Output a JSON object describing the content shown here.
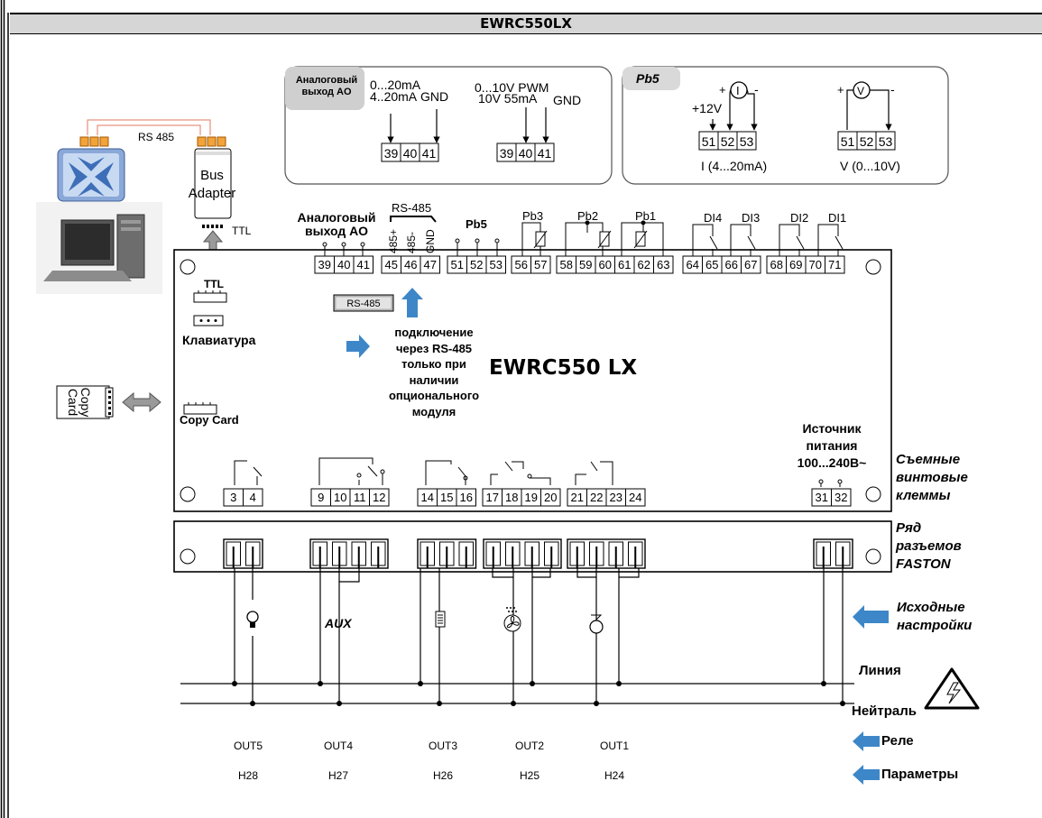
{
  "title": "EWRC550LX",
  "ao_box": {
    "tag": "Аналоговый выход AO",
    "current_label": "0...20mA\n4..20mA",
    "gnd1": "GND",
    "voltage_label": "0...10V PWM\n10V 55mA",
    "gnd2": "GND",
    "terminals_a": [
      "39",
      "40",
      "41"
    ],
    "terminals_b": [
      "39",
      "40",
      "41"
    ]
  },
  "pb5_box": {
    "tag": "Pb5",
    "supply": "+12V",
    "terminals_a": [
      "51",
      "52",
      "53"
    ],
    "terminals_b": [
      "51",
      "52",
      "53"
    ],
    "caption_a": "I (4...20mA)",
    "caption_b": "V (0...10V)",
    "plus": "+",
    "minus": "-",
    "meter_i": "I",
    "meter_v": "V"
  },
  "pc": {
    "rs485": "RS 485",
    "bus_adapter": "Bus\nAdapter",
    "ttl": "TTL"
  },
  "controller": {
    "name": "EWRC550 LX",
    "ao_header": "Аналоговый\nвыход АО",
    "rs485_header": "RS-485",
    "rs485_pins": [
      "485+",
      "485-",
      "GND"
    ],
    "pb5": "Pb5",
    "pb3": "Pb3",
    "pb2": "Pb2",
    "pb1": "Pb1",
    "di": [
      "DI4",
      "DI3",
      "DI2",
      "DI1"
    ],
    "top_terminals": [
      [
        "39",
        "40",
        "41"
      ],
      [
        "45",
        "46",
        "47"
      ],
      [
        "51",
        "52",
        "53"
      ],
      [
        "56",
        "57"
      ],
      [
        "58",
        "59",
        "60",
        "61",
        "62",
        "63"
      ],
      [
        "64",
        "65",
        "66",
        "67"
      ],
      [
        "68",
        "69",
        "70",
        "71"
      ]
    ],
    "ttl_port": "TTL",
    "keyboard_port": "Клавиатура",
    "copy_card_port": "Copy Card",
    "rs485_badge": "RS-485",
    "rs485_note": "подключение\nчерез RS-485\nтолько при\nналичии\nопционального\nмодуля",
    "psu": "Источник\nпитания\n100...240В~",
    "bottom_terminals": [
      [
        "3",
        "4"
      ],
      [
        "9",
        "10",
        "11",
        "12"
      ],
      [
        "14",
        "15",
        "16"
      ],
      [
        "17",
        "18",
        "19",
        "20"
      ],
      [
        "21",
        "22",
        "23",
        "24"
      ],
      [
        "31",
        "32"
      ]
    ]
  },
  "copy_card": "Copy\nCard",
  "side_labels": {
    "screw": "Съемные\nвинтовые\nклеммы",
    "faston": "Ряд\nразъемов\nFASTON",
    "defaults": "Исходные\nнастройки",
    "line": "Линия",
    "neutral": "Нейтраль",
    "relay": "Реле",
    "params": "Параметры"
  },
  "loads": {
    "aux": "AUX"
  },
  "outputs": [
    {
      "name": "OUT5",
      "param": "H28"
    },
    {
      "name": "OUT4",
      "param": "H27"
    },
    {
      "name": "OUT3",
      "param": "H26"
    },
    {
      "name": "OUT2",
      "param": "H25"
    },
    {
      "name": "OUT1",
      "param": "H24"
    }
  ],
  "colors": {
    "arrow_blue": "#3d87c8",
    "title_bg": "#d6d6d6",
    "ao_tag_bg": "#cfcfcf",
    "pb5_tag_bg": "#d9d9d9",
    "rs485_badge_bg": "#bdbdbd",
    "led_orange": "#f2a33a",
    "cable_red": "#e07a5f"
  }
}
